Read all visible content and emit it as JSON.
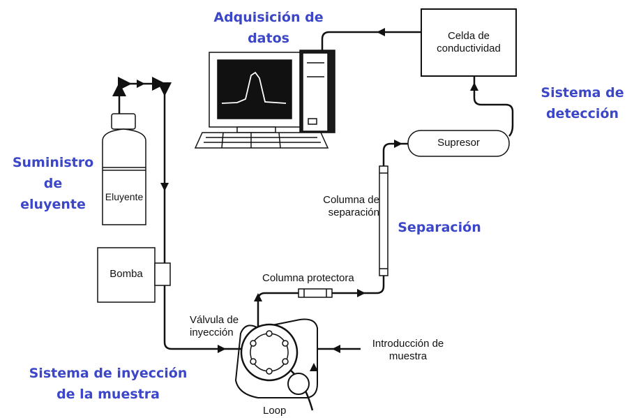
{
  "sections": {
    "adquisicion": [
      "Adquisición de",
      "datos"
    ],
    "deteccion": [
      "Sistema de",
      "detección"
    ],
    "suministro": [
      "Suministro",
      "de",
      "eluyente"
    ],
    "separacion": "Separación",
    "inyeccion": [
      "Sistema de inyección",
      "de la muestra"
    ]
  },
  "components": {
    "celda": [
      "Celda de",
      "conductividad"
    ],
    "supresor": "Supresor",
    "eluyente": "Eluyente",
    "bomba": "Bomba",
    "columna_separacion": [
      "Columna de",
      "separación"
    ],
    "columna_protectora": "Columna protectora",
    "valvula": [
      "Válvula de",
      "inyección"
    ],
    "introduccion": [
      "Introducción de",
      "muestra"
    ],
    "loop": "Loop"
  },
  "colors": {
    "section_label": "#3b47c8",
    "line": "#111111"
  }
}
